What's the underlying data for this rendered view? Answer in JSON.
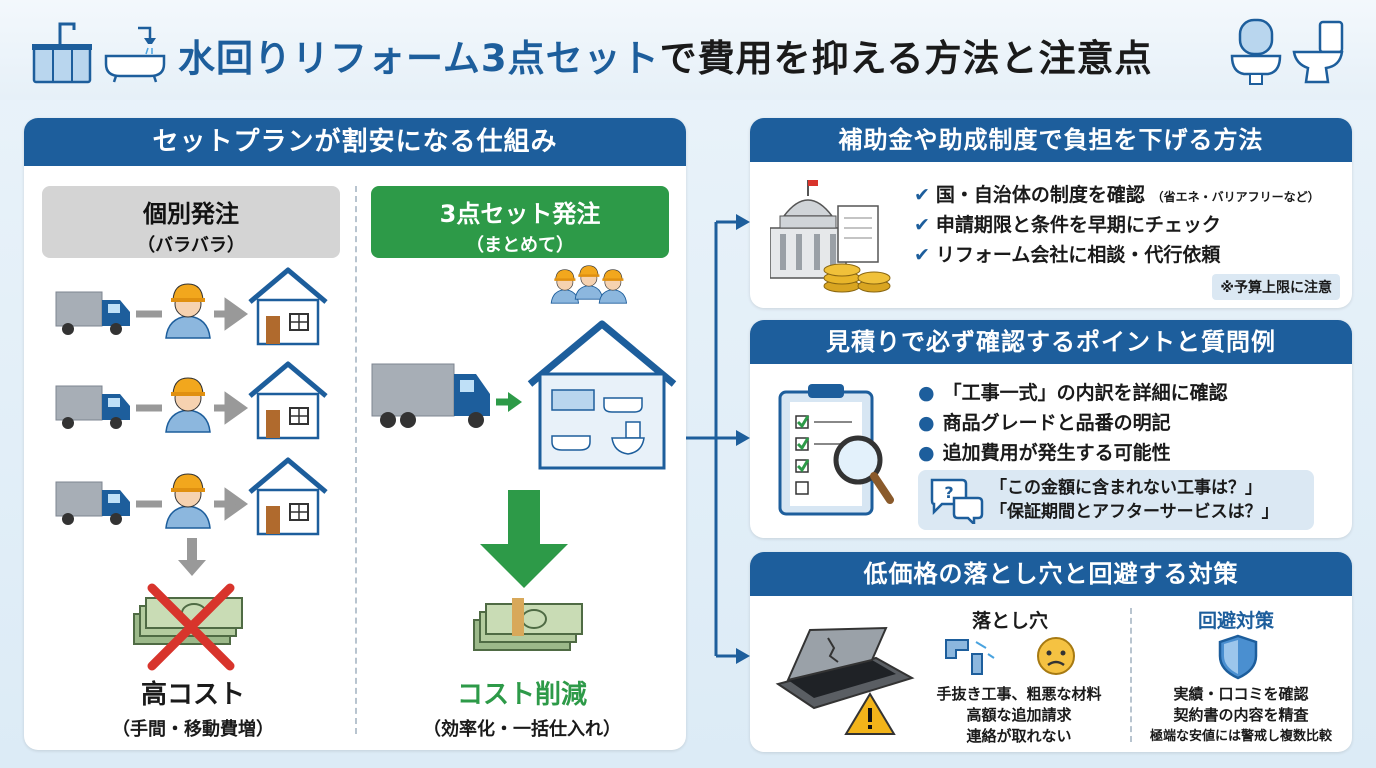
{
  "title": {
    "accent": "水回りリフォーム3点セット",
    "rest": "で費用を抑える方法と注意点"
  },
  "left_panel": {
    "header": "セットプランが割安になる仕組み",
    "individual": {
      "title": "個別発注",
      "subtitle": "（バラバラ）",
      "result": "高コスト",
      "result_sub": "（手間・移動費増）"
    },
    "set": {
      "title": "3点セット発注",
      "subtitle": "（まとめて）",
      "result": "コスト削減",
      "result_sub": "（効率化・一括仕入れ）"
    }
  },
  "panel_subsidy": {
    "header": "補助金や助成制度で負担を下げる方法",
    "items": [
      {
        "text": "国・自治体の制度を確認",
        "note": "（省エネ・バリアフリーなど）"
      },
      {
        "text": "申請期限と条件を早期にチェック"
      },
      {
        "text": "リフォーム会社に相談・代行依頼"
      }
    ],
    "footnote": "※予算上限に注意"
  },
  "panel_estimate": {
    "header": "見積りで必ず確認するポイントと質問例",
    "items": [
      "「工事一式」の内訳を詳細に確認",
      "商品グレードと品番の明記",
      "追加費用が発生する可能性"
    ],
    "questions": [
      "「この金額に含まれない工事は？」",
      "「保証期間とアフターサービスは？」"
    ]
  },
  "panel_pitfall": {
    "header": "低価格の落とし穴と回避する対策",
    "pitfall_title": "落とし穴",
    "pitfalls": [
      "手抜き工事、粗悪な材料",
      "高額な追加請求",
      "連絡が取れない"
    ],
    "countermeasure_title": "回避対策",
    "countermeasures": [
      "実績・口コミを確認",
      "契約書の内容を精査",
      "極端な安値には警戒し複数比較"
    ]
  },
  "colors": {
    "primary": "#1d5e9c",
    "green": "#2d9a48",
    "red": "#d8342c",
    "gray": "#d4d4d4"
  }
}
